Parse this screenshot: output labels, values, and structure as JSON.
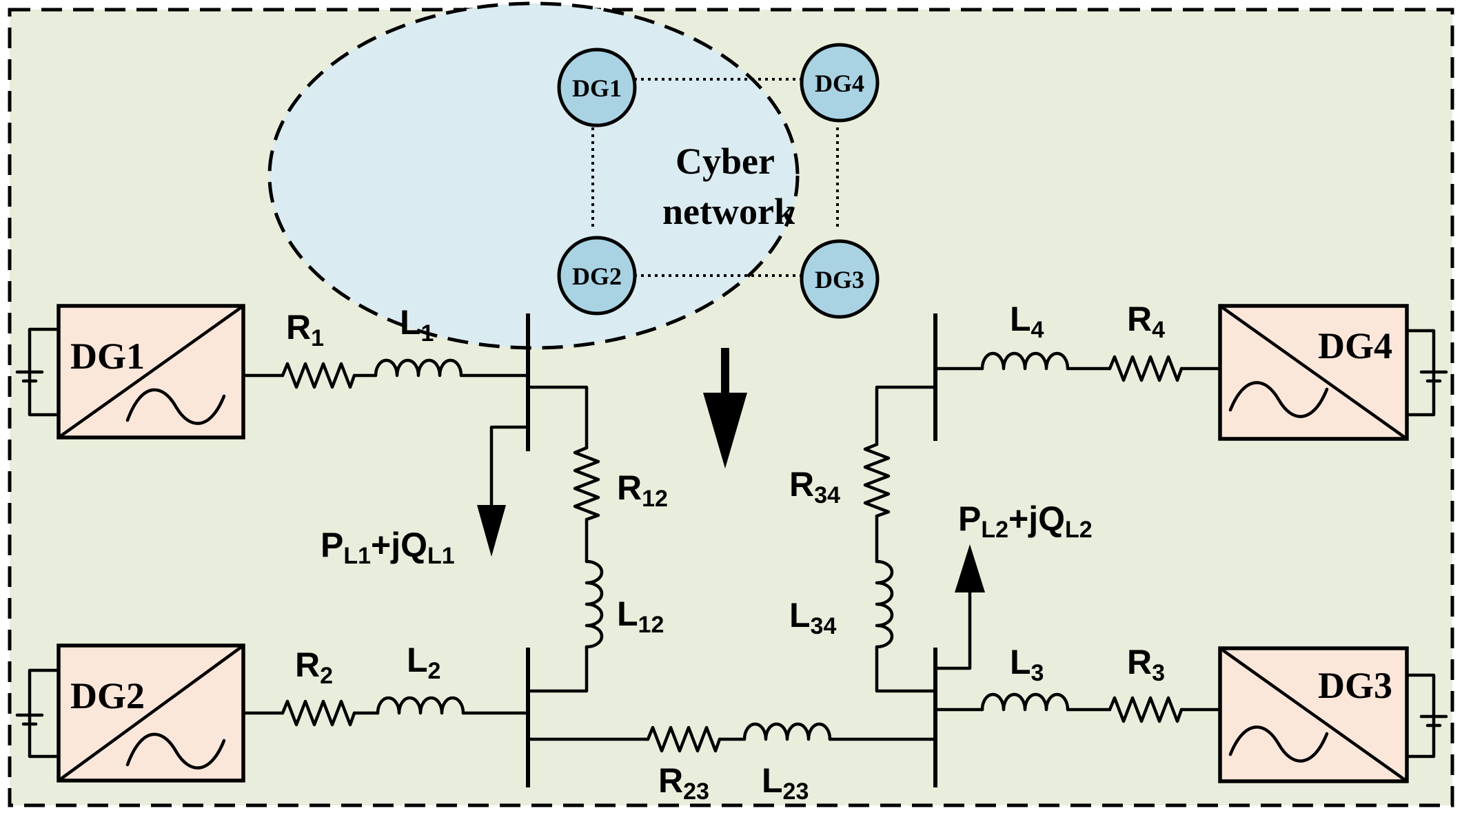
{
  "cyber": {
    "title_line1": "Cyber",
    "title_line2": "network",
    "nodes": [
      "DG1",
      "DG4",
      "DG2",
      "DG3"
    ]
  },
  "sources": {
    "dg1": "DG1",
    "dg2": "DG2",
    "dg3": "DG3",
    "dg4": "DG4"
  },
  "components": {
    "R1": {
      "base": "R",
      "sub": "1"
    },
    "L1": {
      "base": "L",
      "sub": "1"
    },
    "R2": {
      "base": "R",
      "sub": "2"
    },
    "L2": {
      "base": "L",
      "sub": "2"
    },
    "R3": {
      "base": "R",
      "sub": "3"
    },
    "L3": {
      "base": "L",
      "sub": "3"
    },
    "R4": {
      "base": "R",
      "sub": "4"
    },
    "L4": {
      "base": "L",
      "sub": "4"
    },
    "R12": {
      "base": "R",
      "sub": "12"
    },
    "L12": {
      "base": "L",
      "sub": "12"
    },
    "R23": {
      "base": "R",
      "sub": "23"
    },
    "L23": {
      "base": "L",
      "sub": "23"
    },
    "R34": {
      "base": "R",
      "sub": "34"
    },
    "L34": {
      "base": "L",
      "sub": "34"
    }
  },
  "loads": {
    "load1": {
      "p": "P",
      "p_sub": "L1",
      "mid": "+jQ",
      "q_sub": "L1"
    },
    "load2": {
      "p": "P",
      "p_sub": "L2",
      "mid": "+jQ",
      "q_sub": "L2"
    }
  },
  "colors": {
    "background": "#e9eedc",
    "cyber_fill": "#daebf1",
    "node_fill": "#a9d3e3",
    "dg_fill": "#fbe6da"
  }
}
